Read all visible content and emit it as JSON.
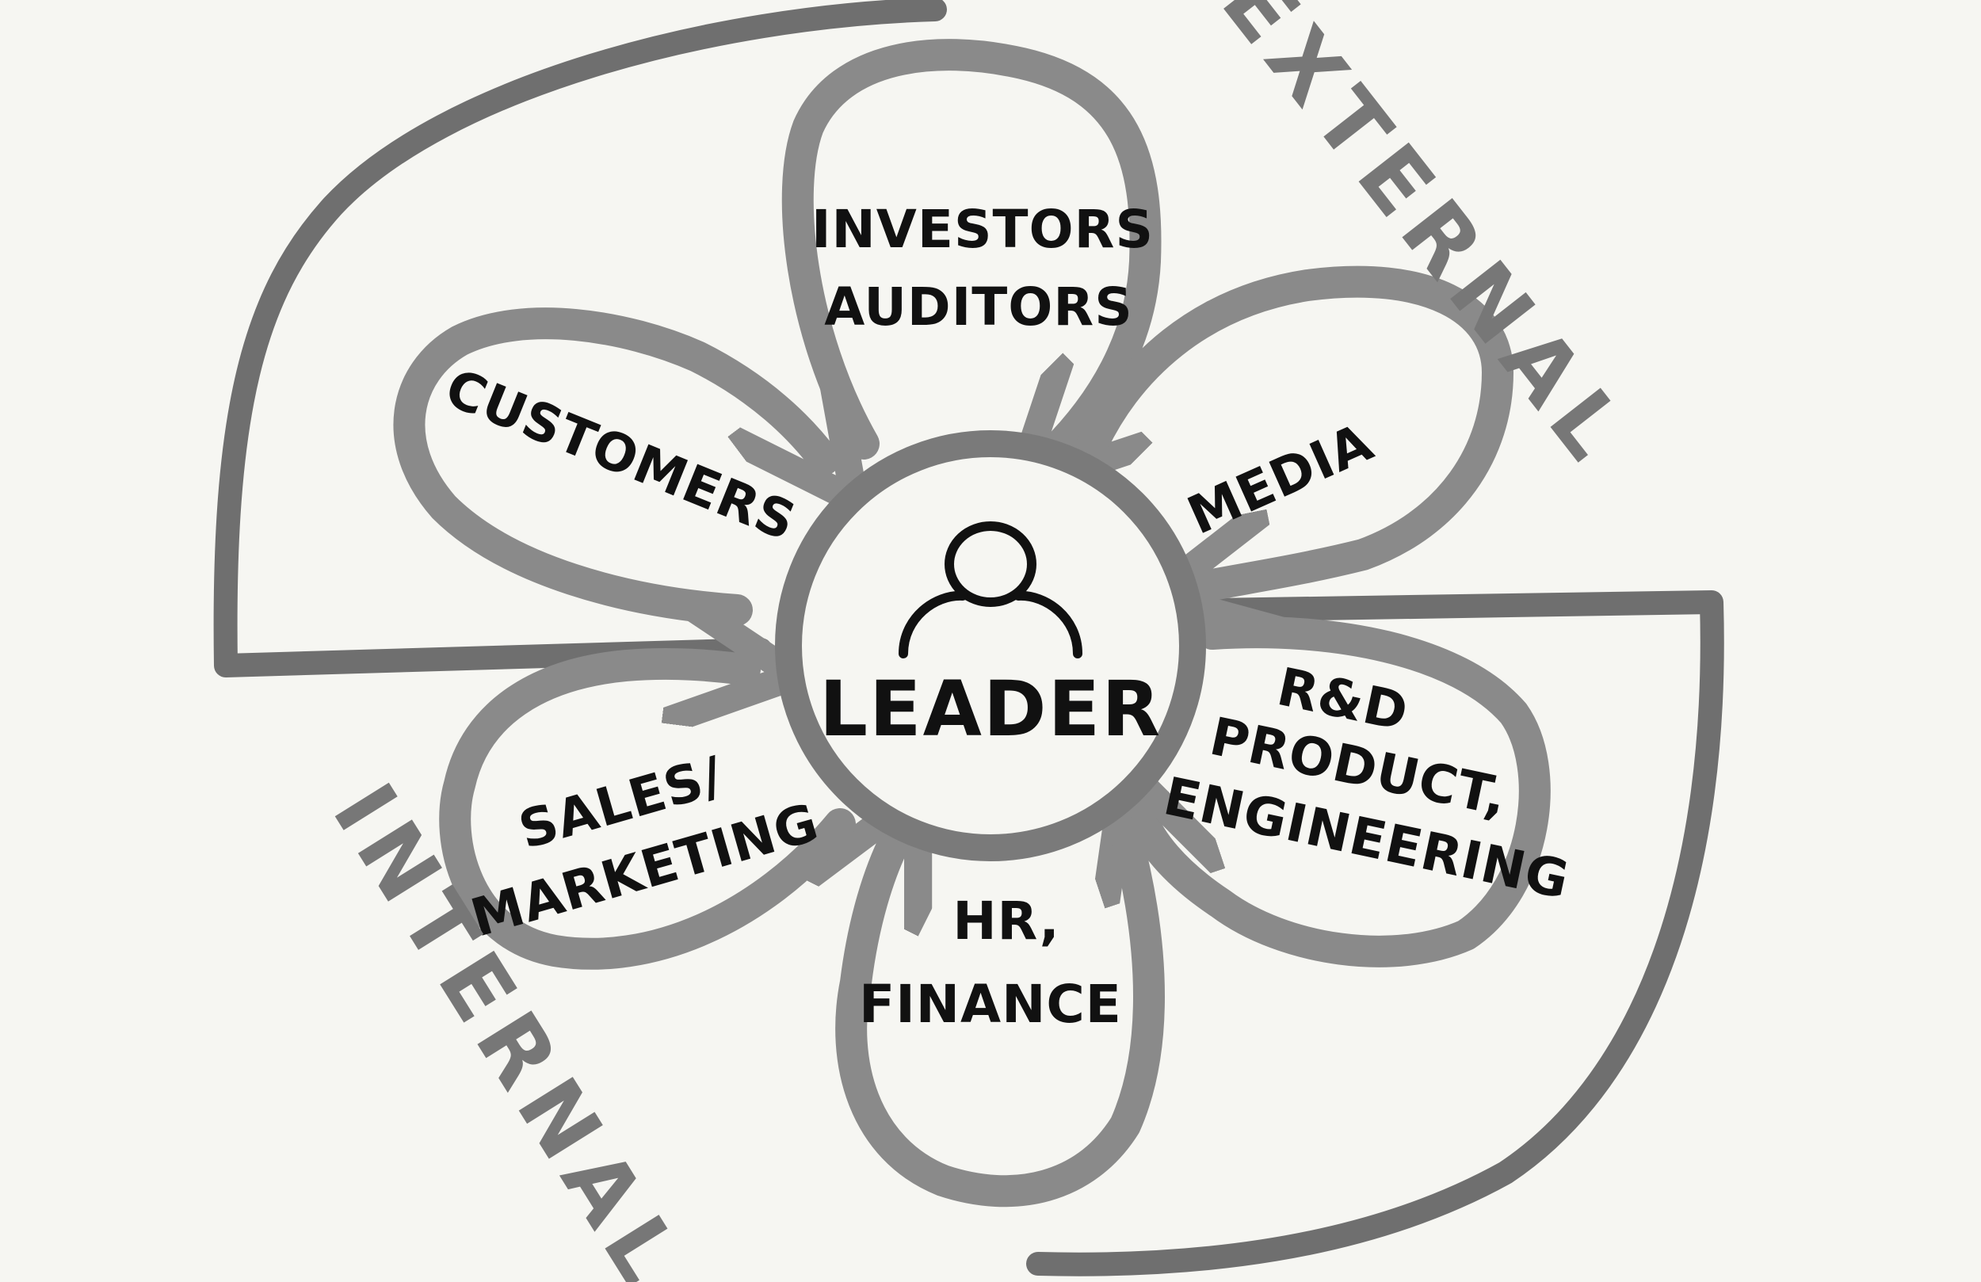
{
  "center": {
    "label": "LEADER",
    "icon": "person-icon"
  },
  "regions": {
    "external": "EXTERNAL",
    "internal": "INTERNAL"
  },
  "petals": {
    "investors_auditors": [
      "INVESTORS",
      "AUDITORS"
    ],
    "media": [
      "MEDIA"
    ],
    "rd_product_engineering": [
      "R&D",
      "PRODUCT,",
      "ENGINEERING"
    ],
    "hr_finance": [
      "HR,",
      "FINANCE"
    ],
    "sales_marketing": [
      "SALES/",
      "MARKETING"
    ],
    "customers": [
      "CUSTOMERS"
    ]
  },
  "colors": {
    "background": "#f6f6f2",
    "stroke": "#8a8a8a",
    "text": "#111111"
  }
}
